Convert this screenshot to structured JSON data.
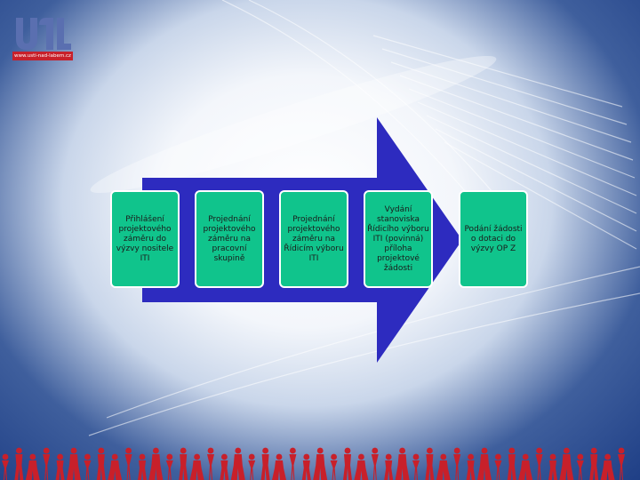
{
  "logo": {
    "text": "ÚNL",
    "url": "www.usti-nad-labem.cz"
  },
  "colors": {
    "accent_arrow": "#2d2bbf",
    "box_fill": "#10c48c",
    "crowd": "#c8202a",
    "background_dark": "#1f3f86"
  },
  "steps": [
    {
      "label": "Přihlášení projektového záměru do výzvy nositele ITI"
    },
    {
      "label": "Projednání projektového záměru na pracovní skupině"
    },
    {
      "label": "Projednání projektového záměru na Řídicím výboru ITI"
    },
    {
      "label": "Vydání stanoviska Řídicího výboru ITI (povinná) příloha projektové žádosti"
    },
    {
      "label": "Podání žádosti o dotaci do výzvy OP Z"
    }
  ]
}
